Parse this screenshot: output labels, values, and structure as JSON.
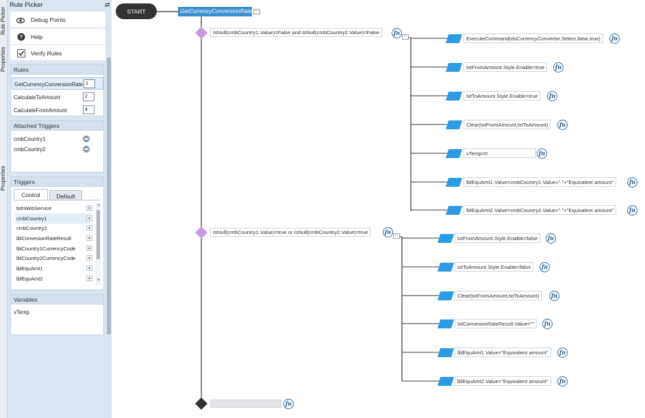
{
  "vertical_tabs": [
    "Rule Picker",
    "Properties",
    "Properties"
  ],
  "panel": {
    "title": "Rule Picker",
    "pin_glyph": "⇄",
    "menu": [
      {
        "label": "Debug Points",
        "icon": "eye-icon"
      },
      {
        "label": "Help",
        "icon": "help-icon"
      },
      {
        "label": "Verify Rules",
        "icon": "check-icon"
      }
    ],
    "rules": {
      "header": "Rules",
      "items": [
        {
          "name": "GetCurrencyConversionRate",
          "order": "1"
        },
        {
          "name": "CalculateToAmount",
          "order": "2"
        },
        {
          "name": "CalculateFromAmount",
          "order": "4"
        }
      ]
    },
    "attached": {
      "header": "Attached Triggers",
      "items": [
        "cmbCountry1",
        "cmbCountry2"
      ]
    },
    "triggers": {
      "header": "Triggers",
      "tabs": [
        "Control",
        "Default"
      ],
      "items": [
        "bdrWebService",
        "cmbCountry1",
        "cmbCountry2",
        "lblConvesionRateResult",
        "lblCountry1CurrencyCode",
        "lblCountry2CurrencyCode",
        "lblEquAmt1",
        "lblEquAmt2"
      ]
    },
    "variables": {
      "header": "Variables",
      "items": [
        "vTemp"
      ]
    }
  },
  "canvas": {
    "start": "START",
    "rule_name": "GetCurrencyConversionRate",
    "fn_label": "fn",
    "dots": "...",
    "condition1": "IsNull(cmbCountry1.Value)=False and IsNull(cmbCountry2.Value)=False",
    "actions1": [
      "ExecuteCommand(dsCurrencyConvertor.Select,false,true)",
      "txtFromAmount.Style.Enable=true",
      "txtToAmount.Style.Enable=true",
      "Clear(txtFromAmount,txtToAmount)",
      "vTemp=0",
      "lblEquAmt1.Value=cmbCountry1.Value+\" \"+\"Equivalent amount\"",
      "lblEquAmt2.Value=cmbCountry2.Value+\" \"+\"Equivalent amount\""
    ],
    "condition2": "IsNull(cmbCountry1.Value)=true or IsNull(cmbCountry2.Value)=true",
    "actions2": [
      "txtFromAmount.Style.Enable=false",
      "txtToAmount.Style.Enable=false",
      "Clear(txtFromAmount,txtToAmount)",
      "txtConvesionRateResult.Value=\"\"",
      "lblEquAmt1.Value=\"Equivalent amount\"",
      "lblEquAmt2.Value=\"Equivalent amount\""
    ],
    "condition3": ""
  },
  "colors": {
    "accent": "#3b8ed0",
    "condition_diamond": "#c59be0",
    "action_block": "#2c9be6",
    "end_diamond": "#333333",
    "panel_bg": "#d9e5f1"
  }
}
